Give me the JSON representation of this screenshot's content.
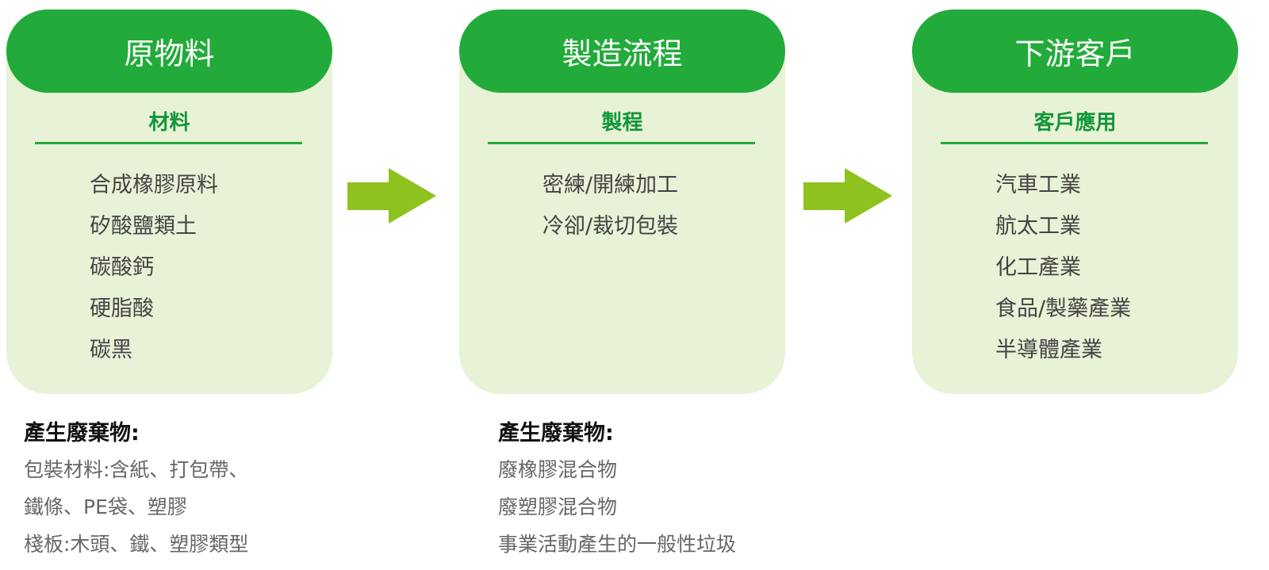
{
  "stages": [
    {
      "title": "原物料",
      "subtitle": "材料",
      "items": [
        "合成橡膠原料",
        "矽酸鹽類土",
        "碳酸鈣",
        "硬脂酸",
        "碳黑"
      ]
    },
    {
      "title": "製造流程",
      "subtitle": "製程",
      "items": [
        "密練/開練加工",
        "冷卻/裁切包裝"
      ]
    },
    {
      "title": "下游客戶",
      "subtitle": "客戶應用",
      "items": [
        "汽車工業",
        "航太工業",
        "化工產業",
        "食品/製藥產業",
        "半導體產業"
      ]
    }
  ],
  "waste": [
    {
      "heading": "產生廢棄物:",
      "items": [
        "包裝材料:含紙、打包帶、",
        "鐵條、PE袋、塑膠",
        "棧板:木頭、鐵、塑膠類型"
      ]
    },
    {
      "heading": "產生廢棄物:",
      "items": [
        "廢橡膠混合物",
        "廢塑膠混合物",
        "事業活動產生的一般性垃圾"
      ]
    }
  ],
  "colors": {
    "header": "#22ab3a",
    "body": "#e8f2d6",
    "arrow": "#8dc21f",
    "subtitle": "#12963a"
  }
}
